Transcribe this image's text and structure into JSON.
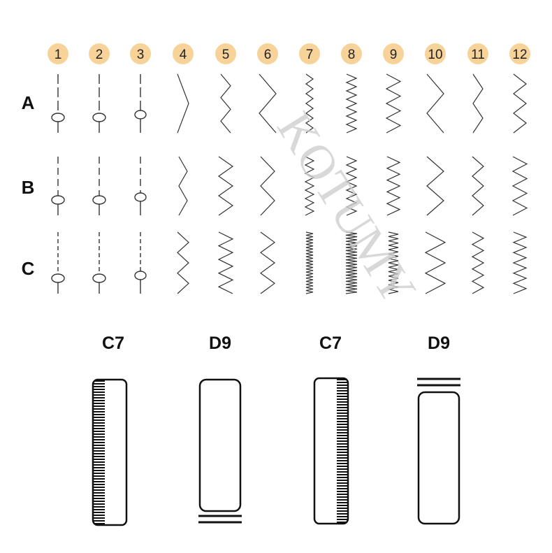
{
  "watermark": "KOTUMY",
  "colors": {
    "badge_fill": "#f7d39a",
    "line": "#333333",
    "watermark": "#cfcfcf"
  },
  "columns": [
    "1",
    "2",
    "3",
    "4",
    "5",
    "6",
    "7",
    "8",
    "9",
    "10",
    "11",
    "12"
  ],
  "rows": [
    {
      "label": "A"
    },
    {
      "label": "B"
    },
    {
      "label": "C"
    }
  ],
  "buttonholes": [
    {
      "label": "C7",
      "style": "left-bar"
    },
    {
      "label": "D9",
      "style": "bottom-bars"
    },
    {
      "label": "C7",
      "style": "right-bar"
    },
    {
      "label": "D9",
      "style": "top-bars"
    }
  ]
}
